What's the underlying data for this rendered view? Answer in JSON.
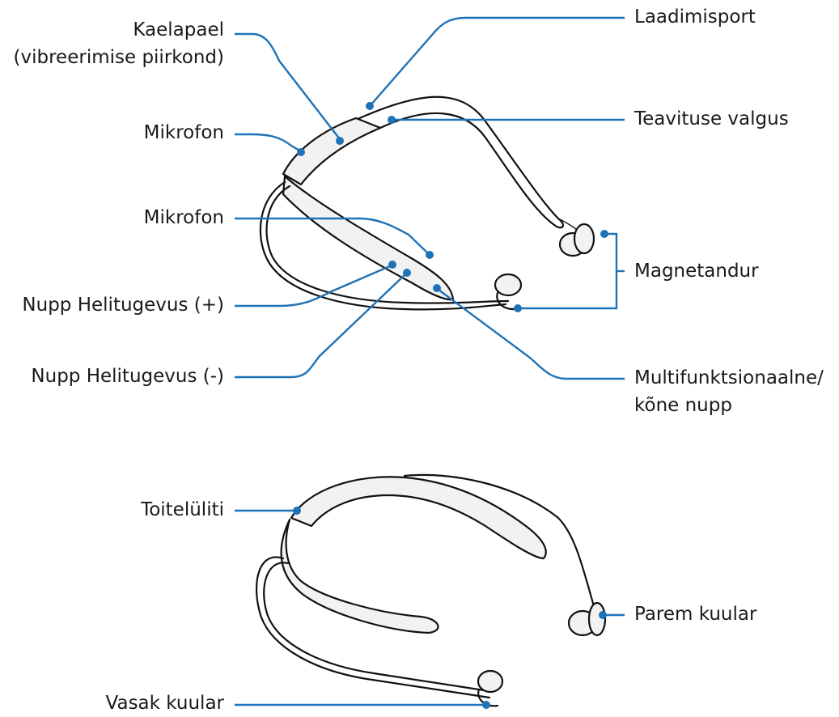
{
  "colors": {
    "leader": "#1f72b6",
    "outline": "#111111",
    "text": "#1a1a1a"
  },
  "labels": {
    "neckband": "Kaelapael",
    "neckband_sub": "(vibreerimise piirkond)",
    "mic_top": "Mikrofon",
    "mic_mid": "Mikrofon",
    "vol_up": "Nupp Helitugevus (+)",
    "vol_down": "Nupp Helitugevus (-)",
    "charging_port": "Laadimisport",
    "notification_light": "Teavituse valgus",
    "magnet": "Magnetandur",
    "multifunction": "Multifunktsionaalne/",
    "multifunction_sub": "kõne nupp",
    "power_switch": "Toitelüliti",
    "right_earbud": "Parem kuular",
    "left_earbud": "Vasak kuular"
  }
}
